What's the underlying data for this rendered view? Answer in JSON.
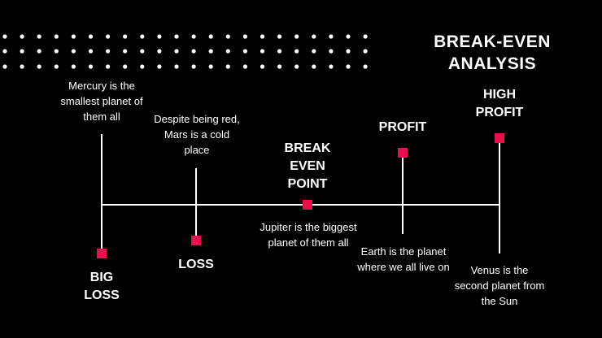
{
  "title": {
    "line1": "BREAK-EVEN",
    "line2": "ANALYSIS"
  },
  "colors": {
    "background": "#000000",
    "accent": "#e8114e",
    "line": "#ffffff"
  },
  "stages": [
    {
      "label": [
        "BIG",
        "LOSS"
      ],
      "description": "Mercury is the smallest planet of them all"
    },
    {
      "label": [
        "LOSS"
      ],
      "description": "Despite being red, Mars is a cold place"
    },
    {
      "label": [
        "BREAK",
        "EVEN",
        "POINT"
      ],
      "description": "Jupiter is the biggest planet of them all"
    },
    {
      "label": [
        "PROFIT"
      ],
      "description": "Earth is the planet where we all live on"
    },
    {
      "label": [
        "HIGH",
        "PROFIT"
      ],
      "description": "Venus is the second planet from the Sun"
    }
  ]
}
